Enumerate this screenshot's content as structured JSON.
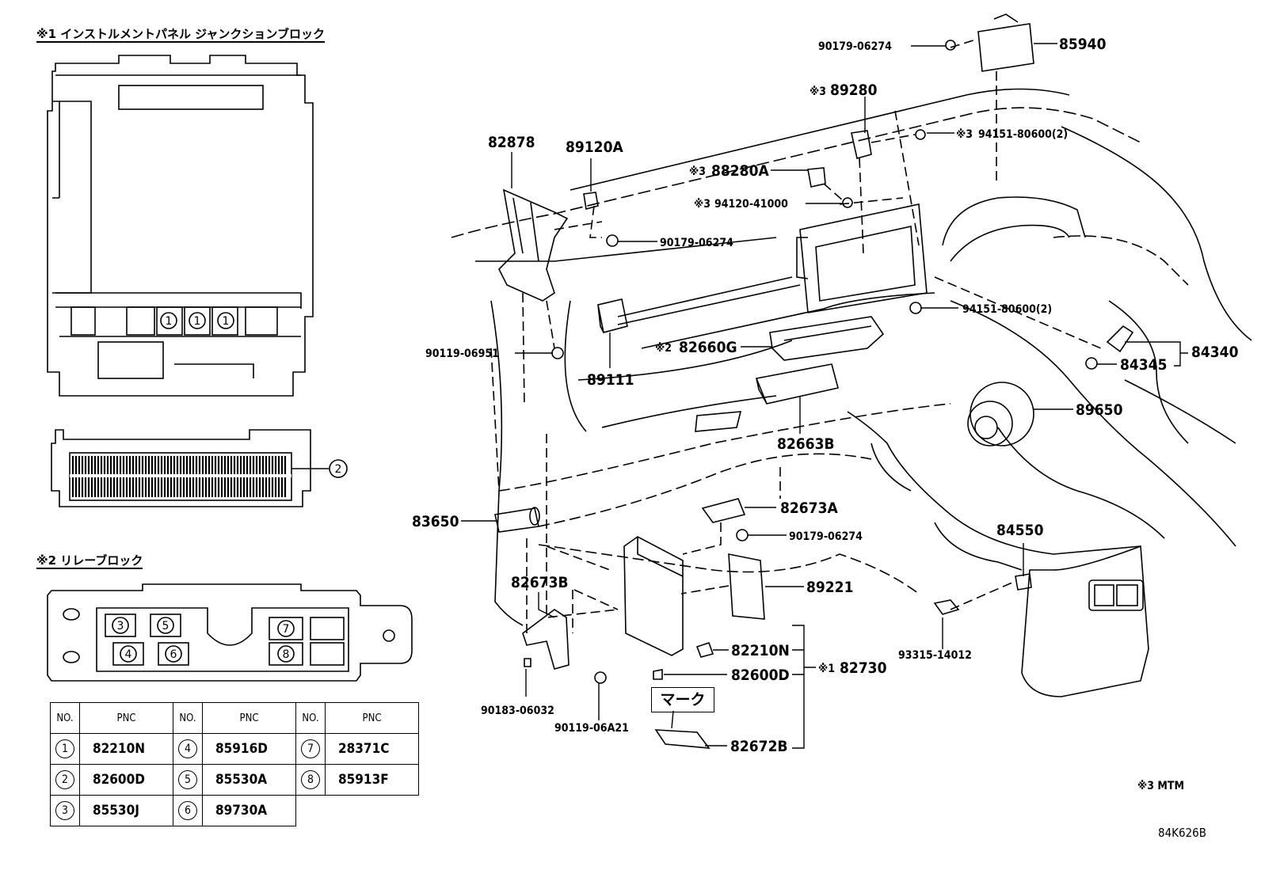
{
  "sections": {
    "junction_block_title": "※1 インストルメントパネル ジャンクションブロック",
    "relay_block_title": "※2 リレーブロック"
  },
  "connector_refs": {
    "c1": "1",
    "c2": "2",
    "c3": "3",
    "c4": "4",
    "c5": "5",
    "c6": "6",
    "c7": "7",
    "c8": "8"
  },
  "table": {
    "header_no": "NO.",
    "header_pnc": "PNC",
    "rows": [
      [
        {
          "no": "1",
          "pnc": "82210N"
        },
        {
          "no": "4",
          "pnc": "85916D"
        },
        {
          "no": "7",
          "pnc": "28371C"
        }
      ],
      [
        {
          "no": "2",
          "pnc": "82600D"
        },
        {
          "no": "5",
          "pnc": "85530A"
        },
        {
          "no": "8",
          "pnc": "85913F"
        }
      ],
      [
        {
          "no": "3",
          "pnc": "85530J"
        },
        {
          "no": "6",
          "pnc": "89730A"
        }
      ]
    ]
  },
  "labels": {
    "p90179_06274_top": "90179-06274",
    "p85940": "85940",
    "p89280": "89280",
    "p94151_80600_top": "94151-80600(2)",
    "p88280A": "88280A",
    "p94120_41000": "94120-41000",
    "p82878": "82878",
    "p89120A": "89120A",
    "p90179_06274_mid": "90179-06274",
    "p90119_06951": "90119-06951",
    "p89111": "89111",
    "p82660G": "82660G",
    "p94151_80600_mid": "94151-80600(2)",
    "p84340": "84340",
    "p84345": "84345",
    "p89650": "89650",
    "p82663B": "82663B",
    "p83650": "83650",
    "p82673A": "82673A",
    "p90179_06274_low": "90179-06274",
    "p84550": "84550",
    "p82673B": "82673B",
    "p89221": "89221",
    "p82210N": "82210N",
    "p82600D": "82600D",
    "p82730": "82730",
    "p93315_14012": "93315-14012",
    "p90183_06032": "90183-06032",
    "p90119_06A21": "90119-06A21",
    "p82672B": "82672B",
    "mark": "マーク",
    "note_mtm": "※3 MTM",
    "illustration_code": "84K626B"
  },
  "marks": {
    "m1": "※1",
    "m2": "※2",
    "m3": "※3"
  }
}
